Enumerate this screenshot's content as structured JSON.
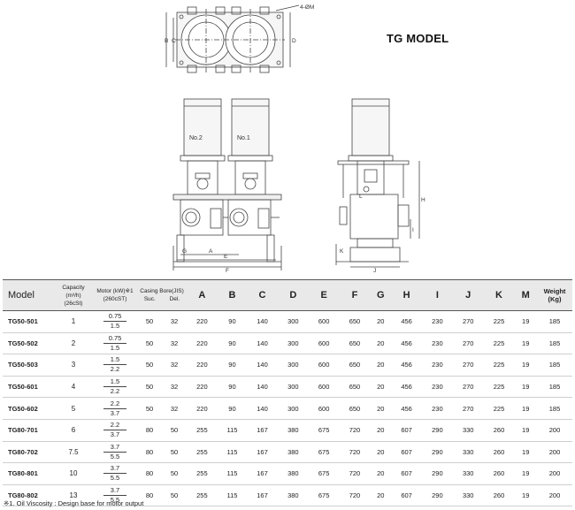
{
  "title": "TG MODEL",
  "drawing_labels": {
    "pump_left": "No.2",
    "pump_right": "No.1",
    "dim_holes": "4-ØM",
    "dim_b": "B",
    "dim_c": "C",
    "dim_d": "D",
    "dim_a": "A",
    "dim_e": "E",
    "dim_f": "F",
    "dim_g": "G",
    "dim_h": "H",
    "dim_i": "I",
    "dim_j": "J",
    "dim_k": "K",
    "dim_l": "L"
  },
  "table": {
    "headers": {
      "model": "Model",
      "capacity_l1": "Capacity",
      "capacity_l2": "(m³/h)",
      "capacity_l3": "(26cSt)",
      "motor_l1": "Motor (kW)※1",
      "motor_l2": "(260cST)",
      "casing_l1": "Casing Bore(JIS)",
      "casing_suc": "Suc.",
      "casing_del": "Del.",
      "a": "A",
      "b": "B",
      "c": "C",
      "d": "D",
      "e": "E",
      "f": "F",
      "g": "G",
      "h": "H",
      "i": "I",
      "j": "J",
      "k": "K",
      "m": "M",
      "weight_l1": "Weight",
      "weight_l2": "(Kg)"
    },
    "rows": [
      {
        "model": "TG50-501",
        "cap": "1",
        "motor_top": "0.75",
        "motor_bot": "1.5",
        "suc": "50",
        "del": "32",
        "a": "220",
        "b": "90",
        "c": "140",
        "d": "300",
        "e": "600",
        "f": "650",
        "g": "20",
        "h": "456",
        "i": "230",
        "j": "270",
        "k": "225",
        "m": "19",
        "w": "185"
      },
      {
        "model": "TG50-502",
        "cap": "2",
        "motor_top": "0.75",
        "motor_bot": "1.5",
        "suc": "50",
        "del": "32",
        "a": "220",
        "b": "90",
        "c": "140",
        "d": "300",
        "e": "600",
        "f": "650",
        "g": "20",
        "h": "456",
        "i": "230",
        "j": "270",
        "k": "225",
        "m": "19",
        "w": "185"
      },
      {
        "model": "TG50-503",
        "cap": "3",
        "motor_top": "1.5",
        "motor_bot": "2.2",
        "suc": "50",
        "del": "32",
        "a": "220",
        "b": "90",
        "c": "140",
        "d": "300",
        "e": "600",
        "f": "650",
        "g": "20",
        "h": "456",
        "i": "230",
        "j": "270",
        "k": "225",
        "m": "19",
        "w": "185"
      },
      {
        "model": "TG50-601",
        "cap": "4",
        "motor_top": "1.5",
        "motor_bot": "2.2",
        "suc": "50",
        "del": "32",
        "a": "220",
        "b": "90",
        "c": "140",
        "d": "300",
        "e": "600",
        "f": "650",
        "g": "20",
        "h": "456",
        "i": "230",
        "j": "270",
        "k": "225",
        "m": "19",
        "w": "185"
      },
      {
        "model": "TG50-602",
        "cap": "5",
        "motor_top": "2.2",
        "motor_bot": "3.7",
        "suc": "50",
        "del": "32",
        "a": "220",
        "b": "90",
        "c": "140",
        "d": "300",
        "e": "600",
        "f": "650",
        "g": "20",
        "h": "456",
        "i": "230",
        "j": "270",
        "k": "225",
        "m": "19",
        "w": "185"
      },
      {
        "model": "TG80-701",
        "cap": "6",
        "motor_top": "2.2",
        "motor_bot": "3.7",
        "suc": "80",
        "del": "50",
        "a": "255",
        "b": "115",
        "c": "167",
        "d": "380",
        "e": "675",
        "f": "720",
        "g": "20",
        "h": "607",
        "i": "290",
        "j": "330",
        "k": "260",
        "m": "19",
        "w": "200"
      },
      {
        "model": "TG80-702",
        "cap": "7.5",
        "motor_top": "3.7",
        "motor_bot": "5.5",
        "suc": "80",
        "del": "50",
        "a": "255",
        "b": "115",
        "c": "167",
        "d": "380",
        "e": "675",
        "f": "720",
        "g": "20",
        "h": "607",
        "i": "290",
        "j": "330",
        "k": "260",
        "m": "19",
        "w": "200"
      },
      {
        "model": "TG80-801",
        "cap": "10",
        "motor_top": "3.7",
        "motor_bot": "5.5",
        "suc": "80",
        "del": "50",
        "a": "255",
        "b": "115",
        "c": "167",
        "d": "380",
        "e": "675",
        "f": "720",
        "g": "20",
        "h": "607",
        "i": "290",
        "j": "330",
        "k": "260",
        "m": "19",
        "w": "200"
      },
      {
        "model": "TG80-802",
        "cap": "13",
        "motor_top": "3.7",
        "motor_bot": "5.5",
        "suc": "80",
        "del": "50",
        "a": "255",
        "b": "115",
        "c": "167",
        "d": "380",
        "e": "675",
        "f": "720",
        "g": "20",
        "h": "607",
        "i": "290",
        "j": "330",
        "k": "260",
        "m": "19",
        "w": "200"
      }
    ]
  },
  "footnote": "※1. Oil Viscosity : Design base for motor output"
}
